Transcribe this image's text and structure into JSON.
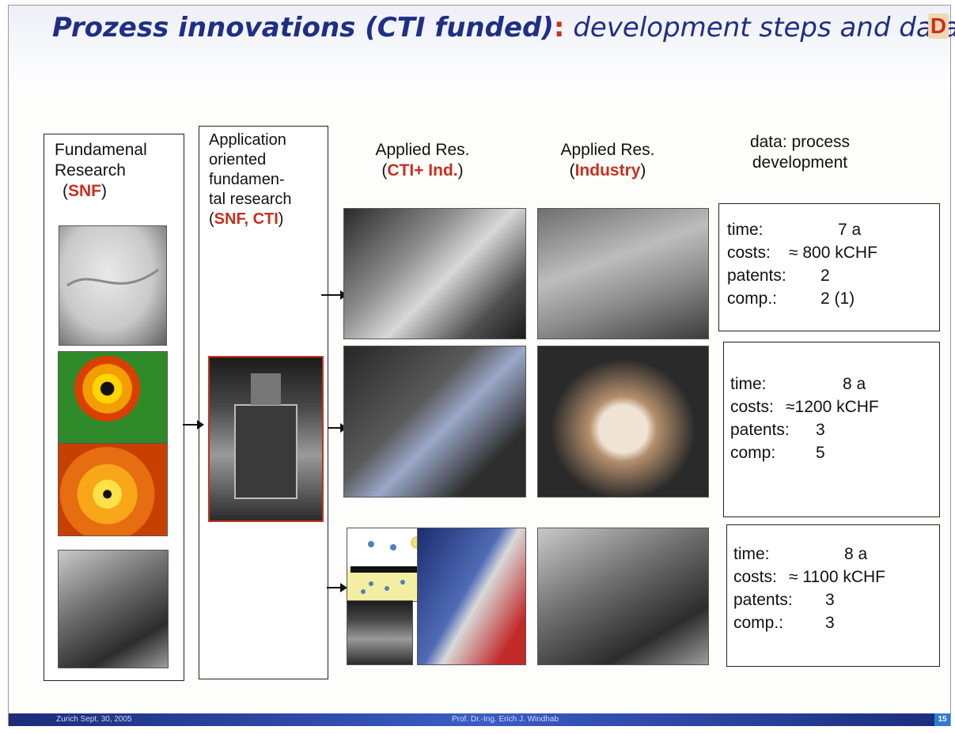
{
  "title": {
    "part1": "Prozess innovations (CTI funded)",
    "sep": ":",
    "part2": "development steps and data",
    "logo": "D"
  },
  "columns": {
    "fundamental": {
      "line1": "Fundamenal",
      "line2": "Research",
      "open": "(",
      "funder": "SNF",
      "close": ")"
    },
    "application": {
      "line1": "Application",
      "line2": "oriented",
      "line3": "fundamen-",
      "line4": "tal research",
      "open": "(",
      "funder": "SNF, CTI",
      "close": ")"
    },
    "applied_cti": {
      "line1": "Applied Res.",
      "open": "(",
      "funder": "CTI+ Ind.",
      "close": ")"
    },
    "applied_ind": {
      "line1": "Applied Res.",
      "open": "(",
      "funder": "Industry",
      "close": ")"
    },
    "data": {
      "line1": "data: process",
      "line2": "development"
    }
  },
  "data_boxes": [
    {
      "time_label": "time:",
      "time_value": "7 a",
      "costs_label": "costs:",
      "costs_value": "≈ 800 kCHF",
      "patents_label": "patents:",
      "patents_value": "2",
      "comp_label": "comp.:",
      "comp_value": "2 (1)"
    },
    {
      "time_label": "time:",
      "time_value": "8 a",
      "costs_label": "costs:",
      "costs_value": "≈1200 kCHF",
      "patents_label": "patents:",
      "patents_value": "3",
      "comp_label": "comp:",
      "comp_value": "5"
    },
    {
      "time_label": "time:",
      "time_value": "8 a",
      "costs_label": "costs:",
      "costs_value": "≈ 1100 kCHF",
      "patents_label": "patents:",
      "patents_value": "3",
      "comp_label": "comp.:",
      "comp_value": "3"
    }
  ],
  "footer": {
    "left": "Zurich Sept. 30, 2005",
    "center": "Prof. Dr.-Ing. Erich J. Windhab",
    "page": "15"
  },
  "colors": {
    "title_blue": "#1f2f86",
    "accent_red": "#c8301d",
    "footer_blue": "#1a2d7a"
  }
}
